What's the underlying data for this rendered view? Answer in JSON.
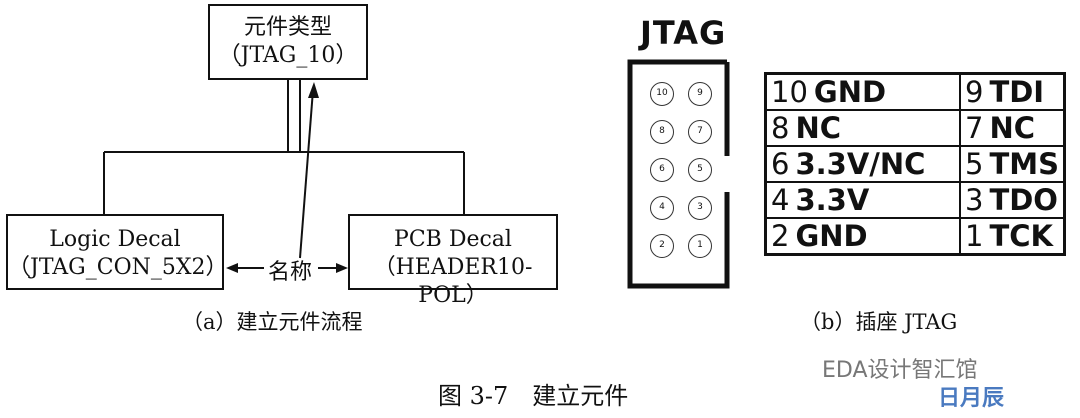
{
  "diagram_a": {
    "top_box": {
      "line1": "元件类型",
      "line2": "（JTAG_10）"
    },
    "left_box": {
      "line1": "Logic Decal",
      "line2": "（JTAG_CON_5X2）"
    },
    "right_box": {
      "line1": "PCB Decal",
      "line2": "（HEADER10-POL）"
    },
    "middle_label": "名称",
    "caption": "（a）建立元件流程"
  },
  "diagram_b": {
    "title": "JTAG",
    "connector_pins": [
      "10",
      "9",
      "8",
      "7",
      "6",
      "5",
      "4",
      "3",
      "2",
      "1"
    ],
    "pin_table": [
      {
        "left_num": "10",
        "left_sig": "GND",
        "right_num": "9",
        "right_sig": "TDI"
      },
      {
        "left_num": "8",
        "left_sig": "NC",
        "right_num": "7",
        "right_sig": "NC"
      },
      {
        "left_num": "6",
        "left_sig": "3.3V/NC",
        "right_num": "5",
        "right_sig": "TMS"
      },
      {
        "left_num": "4",
        "left_sig": "3.3V",
        "right_num": "3",
        "right_sig": "TDO"
      },
      {
        "left_num": "2",
        "left_sig": "GND",
        "right_num": "1",
        "right_sig": "TCK"
      }
    ],
    "caption": "（b）插座 JTAG"
  },
  "figure_caption": "图 3-7　建立元件",
  "watermark": {
    "text1": "EDA设计智汇馆",
    "text2": "日月辰"
  }
}
